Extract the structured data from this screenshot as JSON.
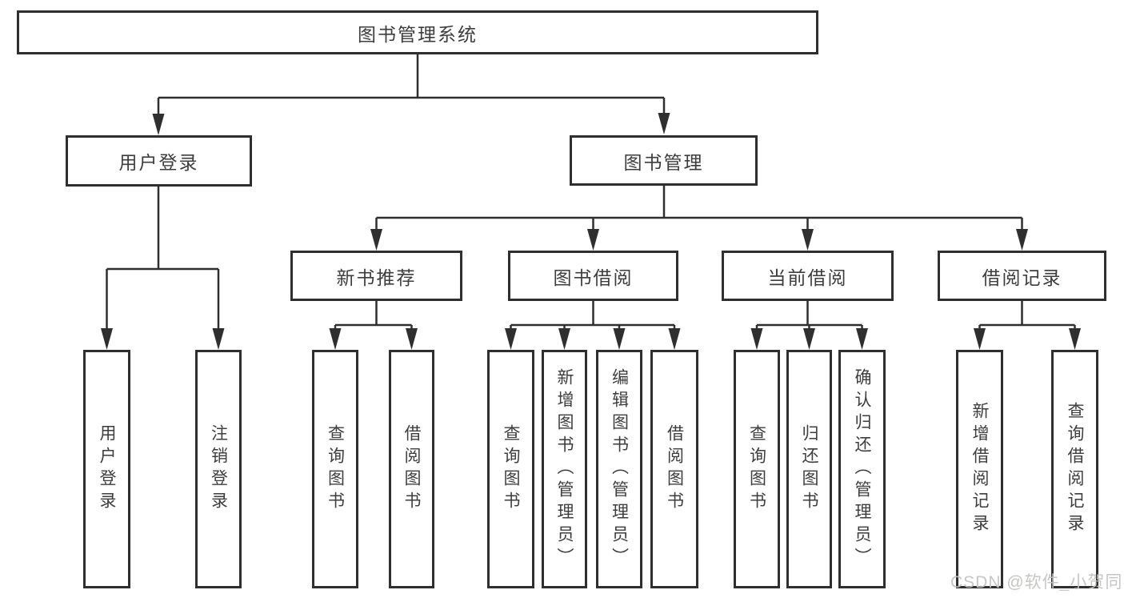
{
  "diagram": {
    "root": {
      "label": "图书管理系统"
    },
    "branches": [
      {
        "label": "用户登录",
        "children": [
          {
            "label": "用户登录"
          },
          {
            "label": "注销登录"
          }
        ]
      },
      {
        "label": "图书管理",
        "children": [
          {
            "label": "新书推荐",
            "children": [
              {
                "label": "查询图书"
              },
              {
                "label": "借阅图书"
              }
            ]
          },
          {
            "label": "图书借阅",
            "children": [
              {
                "label": "查询图书"
              },
              {
                "label": "新增图书（管理员）"
              },
              {
                "label": "编辑图书（管理员）"
              },
              {
                "label": "借阅图书"
              }
            ]
          },
          {
            "label": "当前借阅",
            "children": [
              {
                "label": "查询图书"
              },
              {
                "label": "归还图书"
              },
              {
                "label": "确认归还（管理员）"
              }
            ]
          },
          {
            "label": "借阅记录",
            "children": [
              {
                "label": "新增借阅记录"
              },
              {
                "label": "查询借阅记录"
              }
            ]
          }
        ]
      }
    ]
  },
  "watermark": "CSDN @软件_小贺同学",
  "colors": {
    "line": "#2f2f2f",
    "box_border": "#2f2f2f",
    "box_fill": "#ffffff",
    "text": "#3d3d3d",
    "watermark": "#c4c3c1",
    "background": "#ffffff"
  }
}
